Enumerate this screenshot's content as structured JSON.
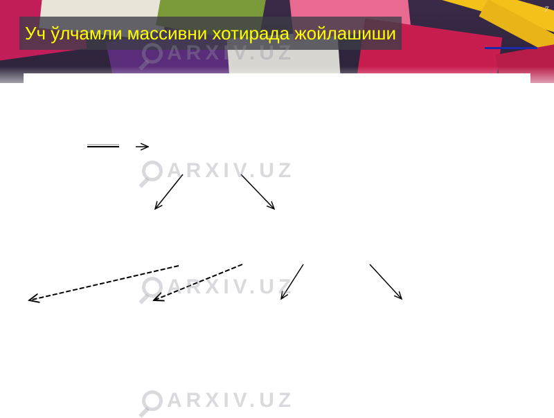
{
  "slide": {
    "title": "Уч ўлчамли массивни хотирада жойлашиши",
    "number": "7"
  },
  "watermark": {
    "text": "ARXIV.UZ",
    "icon": "magnifier-icon"
  },
  "colors": {
    "title_text": "#ffff00",
    "title_bg": "#3c3c46",
    "underline": "#1a2aa8",
    "arrow": "#000000"
  }
}
